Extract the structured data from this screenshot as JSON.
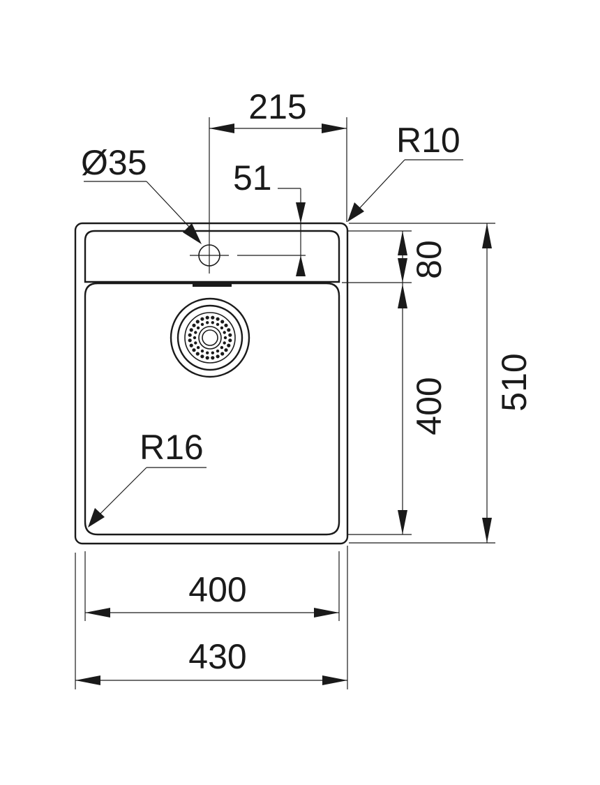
{
  "diagram": {
    "subject": "single bowl sink top view",
    "line_color": "#1a1a1a",
    "background": "#ffffff"
  },
  "labels": {
    "tap_hole_offset": "215",
    "corner_radius_outer": "R10",
    "tap_hole_diameter": "Ø35",
    "tap_hole_from_edge": "51",
    "deck_depth": "80",
    "bowl_depth": "400",
    "overall_depth": "510",
    "bowl_corner_radius": "R16",
    "bowl_width": "400",
    "overall_width": "430"
  },
  "icons": {
    "waste_strainer": "strainer-icon",
    "tap_hole": "crosshair-circle-icon"
  }
}
